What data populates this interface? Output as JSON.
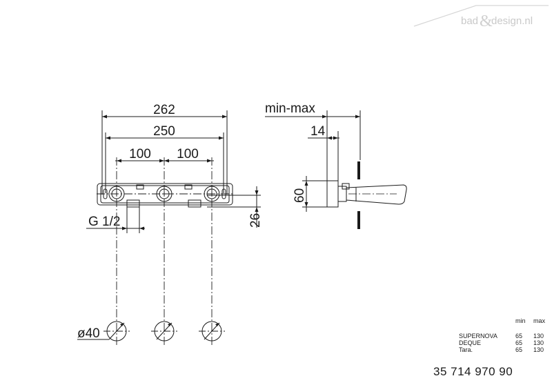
{
  "watermark": {
    "text_left": "bad",
    "ampersand": "&",
    "text_right": "design.nl"
  },
  "front_view": {
    "dim_overall": "262",
    "dim_mounting": "250",
    "dim_spacing_left": "100",
    "dim_spacing_right": "100",
    "thread_label": "G 1/2",
    "height_label": "26",
    "hole_label": "ø40"
  },
  "side_view": {
    "depth_label": "min-max",
    "offset_label": "14",
    "height_label": "60"
  },
  "table": {
    "headers": [
      "min",
      "max"
    ],
    "rows": [
      {
        "name": "SUPERNOVA",
        "min": "65",
        "max": "130"
      },
      {
        "name": "DEQUE",
        "min": "65",
        "max": "130"
      },
      {
        "name": "Tara.",
        "min": "65",
        "max": "130"
      }
    ]
  },
  "part_number": "35 714 970 90"
}
